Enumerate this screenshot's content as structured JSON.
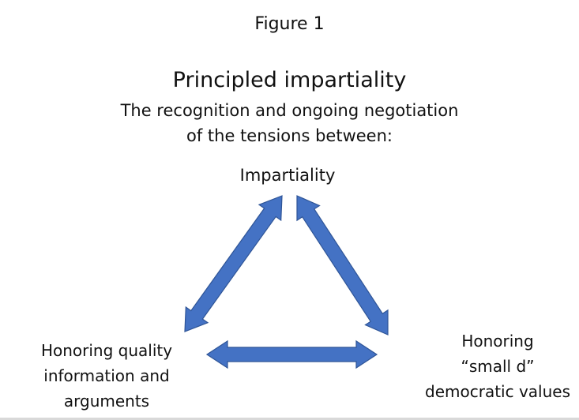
{
  "figure": {
    "label": "Figure 1",
    "title": "Principled impartiality",
    "subtitle_line1": "The recognition and ongoing negotiation",
    "subtitle_line2": "of the tensions between:"
  },
  "nodes": {
    "top": "Impartiality",
    "left_lines": [
      "Honoring  quality",
      "information and",
      "arguments"
    ],
    "right_lines": [
      "Honoring",
      "“small d”",
      "democratic values"
    ]
  },
  "colors": {
    "arrow_fill": "#4472C4",
    "arrow_stroke": "#2F5597"
  },
  "arrows": [
    {
      "name": "impartiality-quality-arrow",
      "type": "double-headed"
    },
    {
      "name": "impartiality-democratic-arrow",
      "type": "double-headed"
    },
    {
      "name": "quality-democratic-arrow",
      "type": "double-headed"
    }
  ]
}
